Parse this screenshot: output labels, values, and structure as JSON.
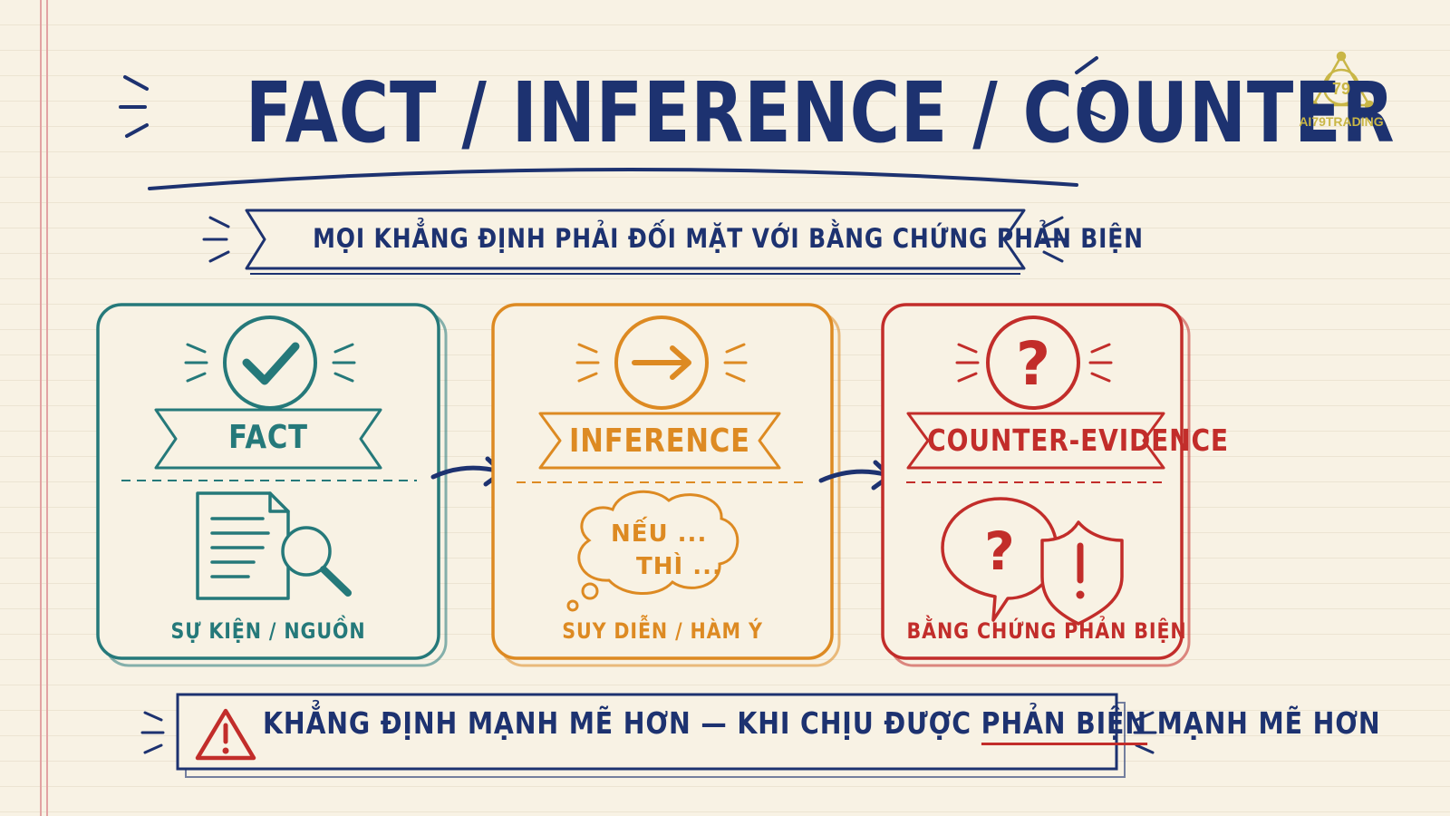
{
  "title": "FACT / INFERENCE / COUNTER",
  "subtitle": "MỌI KHẲNG ĐỊNH PHẢI ĐỐI MẶT VỚI BẰNG CHỨNG PHẢN BIỆN",
  "brand": {
    "logo_text": "AI79TRADING",
    "seal_text": "79"
  },
  "colors": {
    "ink": "#1d3270",
    "fact": "#25797a",
    "inference": "#dd8a22",
    "counter": "#c22d2a",
    "paper": "#f8f2e4"
  },
  "cards": {
    "fact": {
      "label": "FACT",
      "caption": "SỰ KIỆN / NGUỒN",
      "icon": "checkmark-icon",
      "illustration": "document-search-icon"
    },
    "inference": {
      "label": "INFERENCE",
      "caption": "SUY DIỄN / HÀM Ý",
      "icon": "arrow-right-icon",
      "thought_line1": "NẾU ...",
      "thought_line2": "THÌ ...",
      "illustration": "thought-bubble-icon"
    },
    "counter": {
      "label": "COUNTER-EVIDENCE",
      "caption": "BẰNG CHỨNG PHẢN BIỆN",
      "icon": "question-icon",
      "illustration": "speech-bubble-shield-icon"
    }
  },
  "takeaway": {
    "prefix": "KHẲNG ĐỊNH MẠNH MẼ HƠN — KHI CHỊU ĐƯỢC",
    "emphasis": "PHẢN BIỆN",
    "suffix": "MẠNH MẼ HƠN",
    "icon": "warning-icon"
  }
}
